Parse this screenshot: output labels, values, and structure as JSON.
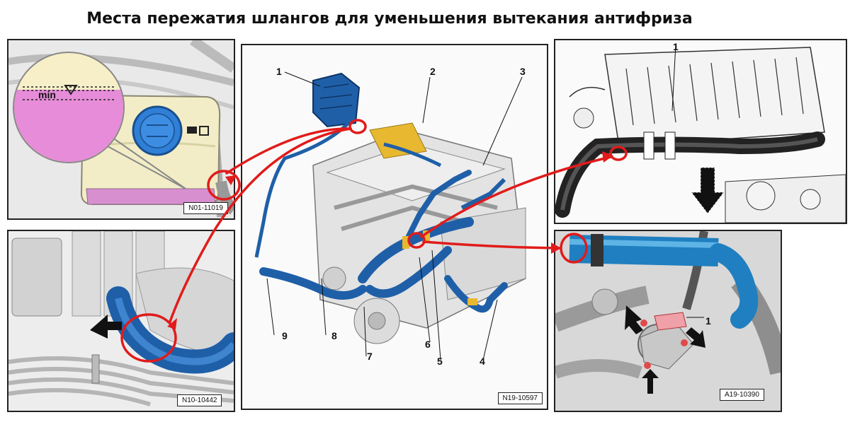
{
  "title": "Места пережатия шлангов для уменьшения вытекания антифриза",
  "panels": {
    "top_left": {
      "code": "N01-11019",
      "level_label": "min"
    },
    "bottom_left": {
      "code": "N10-10442"
    },
    "center": {
      "code": "N19-10597",
      "callouts": [
        "1",
        "2",
        "3",
        "4",
        "5",
        "6",
        "7",
        "8",
        "9"
      ]
    },
    "top_right": {
      "callout": "1"
    },
    "bottom_right": {
      "code": "A19-10390",
      "callout": "1"
    }
  },
  "colors": {
    "hose_blue": "#1f5fa8",
    "highlight_red": "#e11b1b",
    "coolant_pink": "#e58fd9",
    "cap_blue": "#2f7fd6",
    "clamp_yellow": "#e8b830"
  }
}
